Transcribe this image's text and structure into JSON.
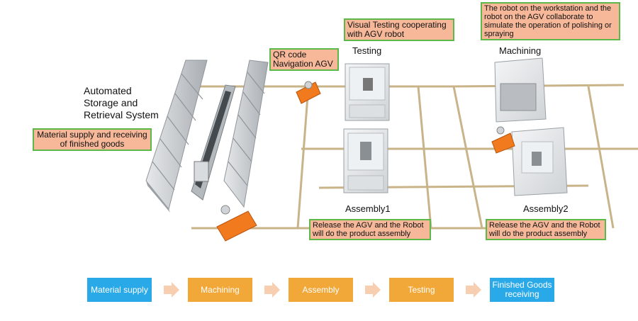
{
  "labels": {
    "asrs_line1": "Automated",
    "asrs_line2": "Storage and",
    "asrs_line3": "Retrieval System",
    "testing": "Testing",
    "machining": "Machining",
    "assembly1": "Assembly1",
    "assembly2": "Assembly2"
  },
  "callouts": {
    "material_supply": "Material supply and receiving of finished goods",
    "qr_nav": "QR code Navigation AGV",
    "visual_testing": "Visual Testing cooperating with AGV robot",
    "polishing": "The robot on the workstation and the robot on the AGV collaborate to simulate the operation of polishing or spraying",
    "release_assembly1": "Release the AGV and the Robot will do the product assembly",
    "release_assembly2": "Release the AGV and the Robot will do the product assembly"
  },
  "process_flow": [
    {
      "label": "Material supply",
      "color": "#2aa9e8"
    },
    {
      "label": "Machining",
      "color": "#f2a838"
    },
    {
      "label": "Assembly",
      "color": "#f2a838"
    },
    {
      "label": "Testing",
      "color": "#f2a838"
    },
    {
      "label": "Finished Goods receiving",
      "color": "#2aa9e8"
    }
  ],
  "colors": {
    "callout_fill": "#f7b89a",
    "callout_border": "#5db84a",
    "arrow": "#f7ceb0",
    "agv": "#f27a1e",
    "track": "#c9b48a"
  }
}
